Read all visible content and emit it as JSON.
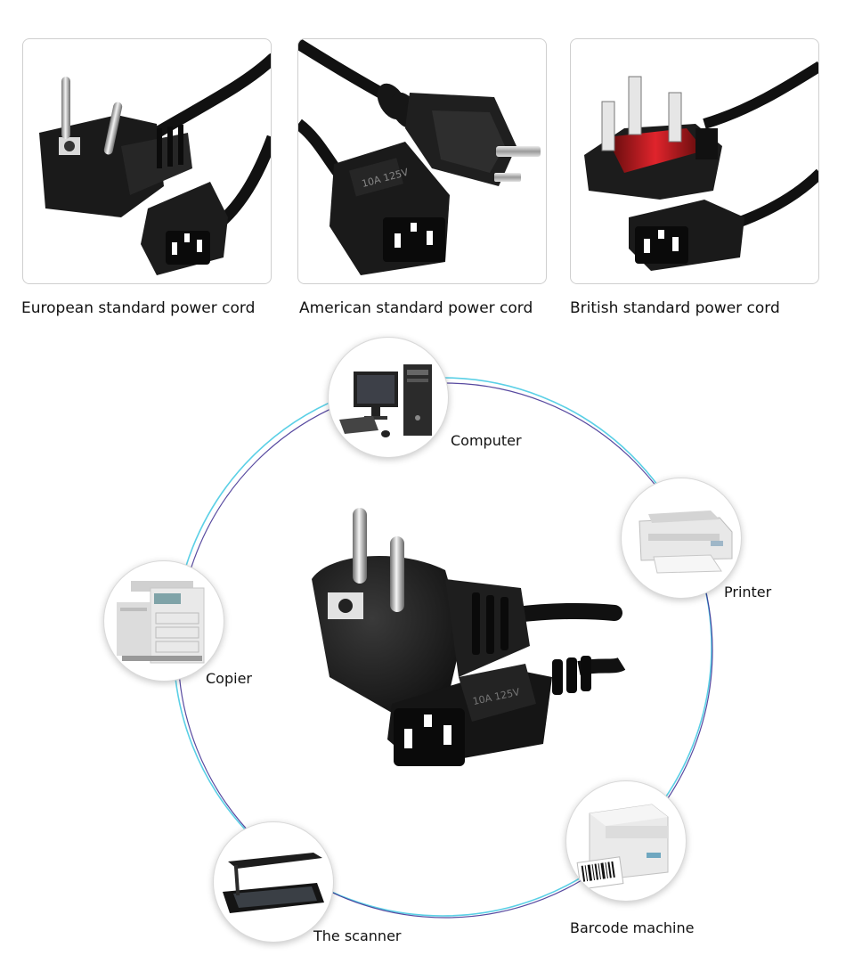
{
  "cords": [
    {
      "name": "eu-plug",
      "label": "European standard power cord"
    },
    {
      "name": "us-plug",
      "label": "American standard power cord"
    },
    {
      "name": "uk-plug",
      "label": "British standard power cord"
    }
  ],
  "devices": {
    "computer": "Computer",
    "printer": "Printer",
    "copier": "Copier",
    "scanner": "The scanner",
    "barcode": "Barcode machine"
  },
  "plug_marking": "10A 125V"
}
